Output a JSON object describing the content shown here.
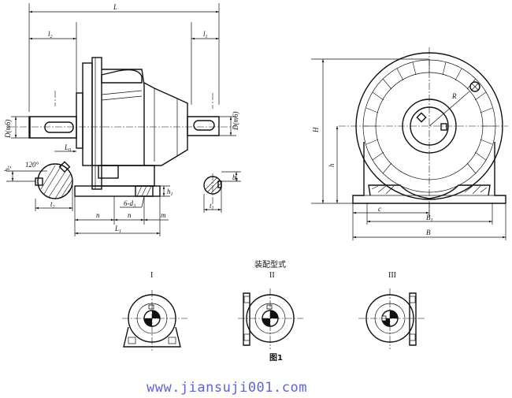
{
  "side_view": {
    "L": "L",
    "l2": "l",
    "l2_sub": "2",
    "l1": "l",
    "l1_sub": "1",
    "D_left": "D(m6)",
    "D_right": "D(m6)",
    "L0": "L",
    "L0_sub": "0",
    "bolt": "6-d",
    "bolt_sub": "3",
    "n1": "n",
    "n2": "n",
    "m": "m",
    "L1": "L",
    "L1_sub": "1",
    "h1": "h",
    "h1_sub": "1",
    "h2": "h",
    "h2_sub": "2",
    "t2": "t",
    "t2_sub": "2",
    "b1": "b",
    "b1_sub": "1",
    "t1": "t",
    "t1_sub": "1",
    "angle": "120°"
  },
  "end_view": {
    "H": "H",
    "h": "h",
    "R": "R",
    "c": "c",
    "B1": "B",
    "B1_sub": "1",
    "B": "B"
  },
  "mounting": {
    "title": "装配型式",
    "types": [
      "I",
      "II",
      "III"
    ],
    "caption": "图1"
  },
  "watermark": "www.jiansuji001.com"
}
